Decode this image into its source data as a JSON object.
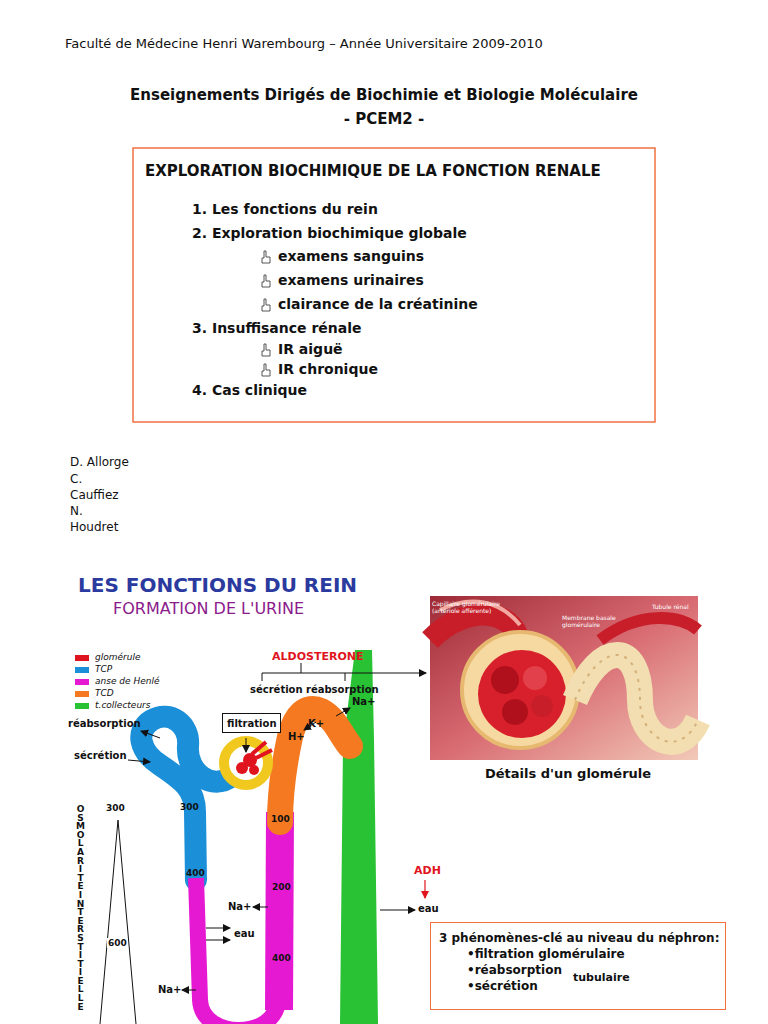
{
  "diagram": {
    "title": "Enseignements Dirigés de Biochimie et Biologie Moléculaire",
    "nodes": [
      {
        "text": [
          "EXPLORATION BIOCHIMIQUE DE LA FONCTION RENALE",
          "1. Les fonctions du rein",
          "2. Exploration biochimique globale",
          "examens sanguins",
          "examens urinaires",
          "clairance de la créatinine",
          "3. Insuffisance rénale",
          "IR aiguë",
          "IR chronique",
          "4. Cas clinique"
        ]
      },
      {
        "text": [
          "filtration"
        ]
      },
      {
        "text": [
          "3 phénomènes-clé au niveau du néphron:",
          "•filtration glomérulaire",
          "•réabsorption",
          "•sécrétion",
          "tubulaire"
        ]
      }
    ],
    "labels": [
      "Faculté de Médecine Henri Warembourg – Année Universitaire 2009-2010",
      "- PCEM2 -",
      "D. Allorge",
      "C.",
      "Cauffiez",
      "N.",
      "Houdret",
      "LES FONCTIONS DU REIN",
      "FORMATION DE L'URINE",
      "ALDOSTERONE",
      "sécrétion",
      "réabsorption",
      "Na+",
      "K+",
      "H+",
      "réabsorption",
      "sécrétion",
      "OSMOLARITE INTERSTITIELLE",
      "300",
      "600",
      "300",
      "400",
      "100",
      "200",
      "400",
      "Na+",
      "eau",
      "Na+",
      "ADH",
      "eau",
      "Détails d'un glomérule",
      "Capillaire glomérulaire (artériole afférente)",
      "Membrane basale glomérulaire",
      "Tubule rénal"
    ],
    "legend": [
      {
        "text": "glomérule",
        "color": "#e0141e"
      },
      {
        "text": "TCP",
        "color": "#1b8fd8"
      },
      {
        "text": "anse de Henlé",
        "color": "#e619d2"
      },
      {
        "text": "TCD",
        "color": "#f47920"
      },
      {
        "text": "t.collecteurs",
        "color": "#29c234"
      }
    ]
  }
}
